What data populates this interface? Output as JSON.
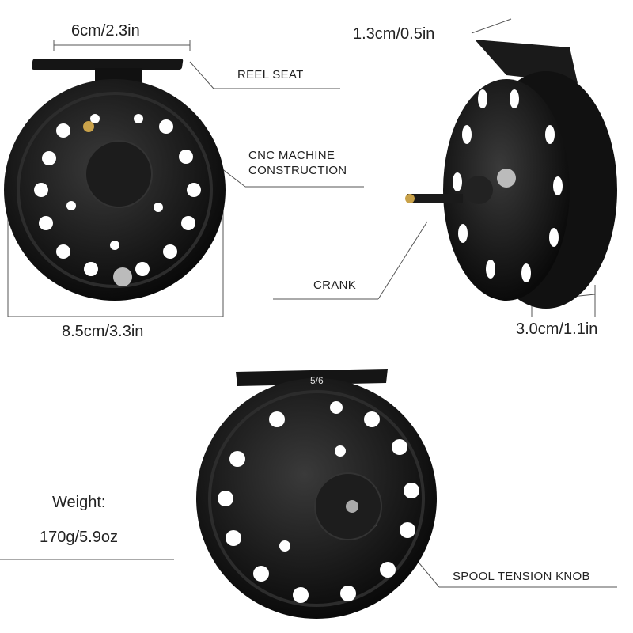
{
  "dimensions": {
    "width": "6cm/2.3in",
    "thickness": "1.3cm/0.5in",
    "diameter": "8.5cm/3.3in",
    "spool_width": "3.0cm/1.1in"
  },
  "callouts": {
    "reel_seat": "REEL SEAT",
    "cnc": "CNC MACHINE",
    "construction": "CONSTRUCTION",
    "crank": "CRANK",
    "spool_tension_knob": "SPOOL TENSION KNOB"
  },
  "weight": {
    "label": "Weight:",
    "value": "170g/5.9oz"
  },
  "reel_marking": "5/6",
  "colors": {
    "reel": "#111111",
    "background": "#ffffff",
    "line": "#555555"
  }
}
